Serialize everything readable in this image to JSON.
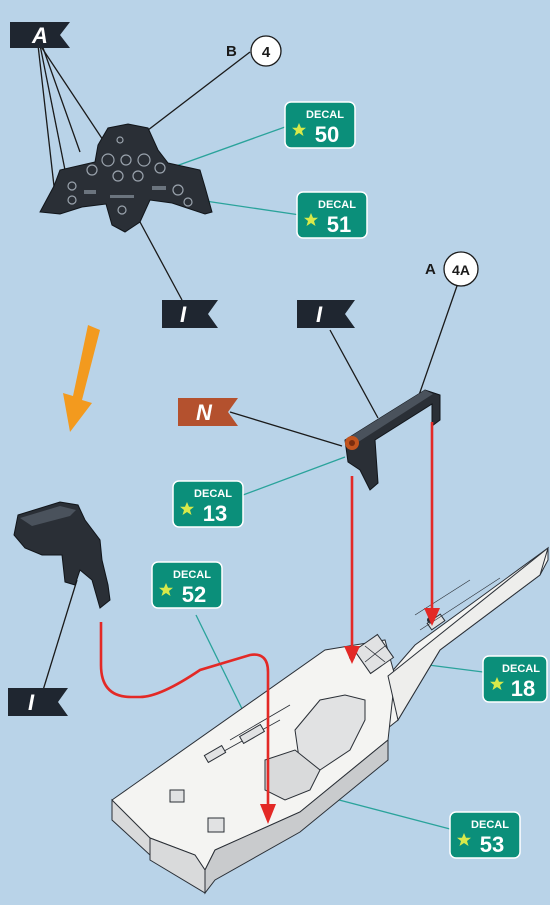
{
  "flags": {
    "a": "A",
    "i1": "I",
    "i2": "I",
    "n": "N",
    "i3": "I"
  },
  "callouts": {
    "b4": {
      "letter": "B",
      "number": "4"
    },
    "a4a": {
      "letter": "A",
      "number": "4A"
    }
  },
  "decals": [
    {
      "word": "DECAL",
      "number": "50"
    },
    {
      "word": "DECAL",
      "number": "51"
    },
    {
      "word": "DECAL",
      "number": "13"
    },
    {
      "word": "DECAL",
      "number": "52"
    },
    {
      "word": "DECAL",
      "number": "18"
    },
    {
      "word": "DECAL",
      "number": "53"
    }
  ],
  "colors": {
    "background": "#b9d3e8",
    "flag_dark": "#1f2630",
    "flag_red": "#b4512e",
    "decal_green": "#0b8f7a",
    "leader_teal": "#2aa39b",
    "arrow_red": "#e32926",
    "arrow_orange": "#f39a1e",
    "part_dark": "#2a2f36",
    "part_light": "#f4f4f2"
  }
}
